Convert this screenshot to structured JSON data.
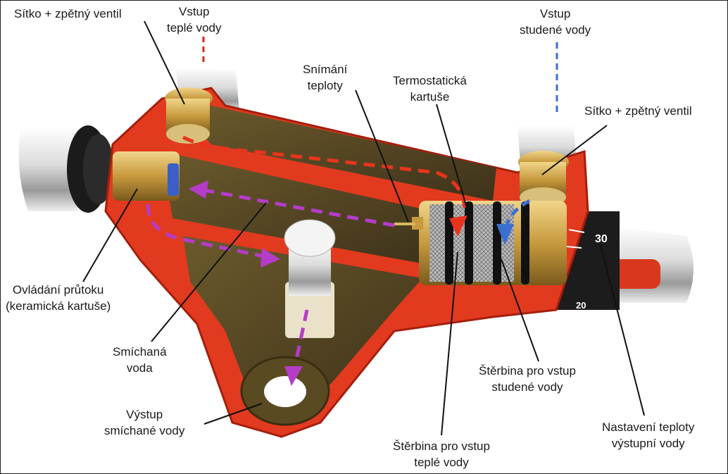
{
  "labels": {
    "sitko_left": [
      "Sítko + zpětný ventil"
    ],
    "vstup_teple": [
      "Vstup",
      "teplé vody"
    ],
    "vstup_studene": [
      "Vstup",
      "studené vody"
    ],
    "sitko_right": [
      "Sítko + zpětný ventil"
    ],
    "snimani": [
      "Snímání",
      "teploty"
    ],
    "termostaticka": [
      "Termostatická",
      "kartuše"
    ],
    "ovladani": [
      "Ovládání průtoku",
      "(keramická kartuše)"
    ],
    "smichana": [
      "Smíchaná",
      "voda"
    ],
    "vystup": [
      "Výstup",
      "smíchané vody"
    ],
    "sterbina_studene": [
      "Štěrbina pro vstup",
      "studené vody"
    ],
    "sterbina_teple": [
      "Štěrbina pro vstup",
      "teplé vody"
    ],
    "nastaveni": [
      "Nastavení teploty",
      "výstupní vody"
    ]
  },
  "dial": {
    "upper": "30",
    "lower": "20"
  },
  "colors": {
    "body_red": "#e23a1f",
    "cavity": "#5a4a22",
    "hot_flow": "#e8341c",
    "cold_flow": "#3b6fd0",
    "mixed_flow": "#b53cc9",
    "brass": "#c9a24a",
    "chrome": "#e6e6e6"
  }
}
